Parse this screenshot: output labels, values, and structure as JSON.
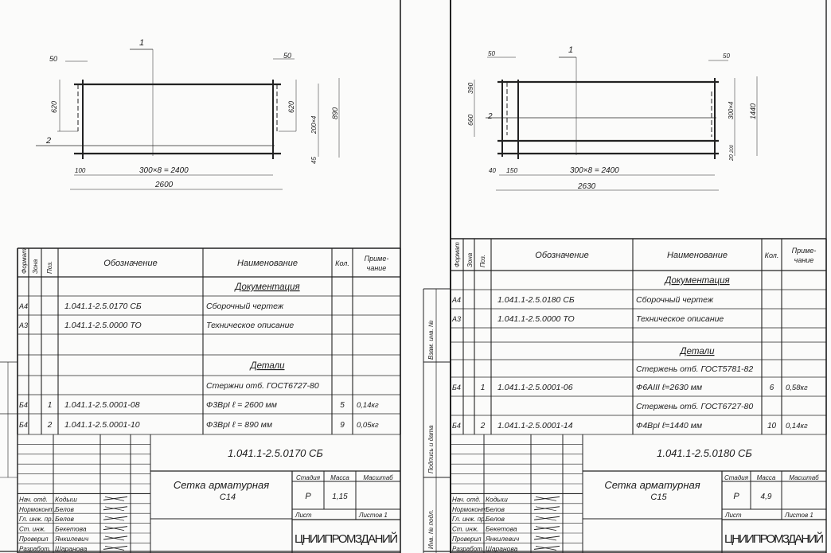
{
  "side_stamp": {
    "replace_inv": "Взам. инв. №",
    "sign_date": "Подпись и дата",
    "inv_orig": "Инв. № подл."
  },
  "sheets": [
    {
      "drawing": {
        "pos1": "1",
        "pos2": "2",
        "dims": {
          "top_left": "50",
          "top_right": "50",
          "left_hook": "620",
          "right_hook": "620",
          "pitch_v": "200×4",
          "overall_h": "890",
          "bottom_offset": "45",
          "left_offset": "100",
          "pitch_h": "300×8 = 2400",
          "overall_w": "2600"
        }
      },
      "spec": {
        "headers": {
          "format": "Формат",
          "zone": "Зона",
          "pos": "Поз.",
          "designation": "Обозначение",
          "name": "Наименование",
          "qty": "Кол.",
          "note1": "Приме-",
          "note2": "чание"
        },
        "rows": [
          {
            "name": "Документация",
            "heading": true
          },
          {
            "format": "А4",
            "designation": "1.041.1-2.5.0170 СБ",
            "name": "Сборочный чертеж"
          },
          {
            "format": "А3",
            "designation": "1.041.1-2.5.0000 ТО",
            "name": "Техническое описание"
          },
          {},
          {
            "name": "Детали",
            "heading": true
          },
          {
            "name": "Стержни отб. ГОСТ6727-80"
          },
          {
            "format": "Б4",
            "pos": "1",
            "designation": "1.041.1-2.5.0001-08",
            "name": "Ф3ВрI   ℓ = 2600 мм",
            "qty": "5",
            "note": "0,14кг"
          },
          {
            "format": "Б4",
            "pos": "2",
            "designation": "1.041.1-2.5.0001-10",
            "name": "Ф3ВрI   ℓ = 890 мм",
            "qty": "9",
            "note": "0,05кг"
          }
        ]
      },
      "title": {
        "designation": "1.041.1-2.5.0170 СБ",
        "name_line1": "Сетка арматурная",
        "name_line2": "С14",
        "stage_label": "Стадия",
        "mass_label": "Масса",
        "scale_label": "Масштаб",
        "stage": "Р",
        "mass": "1,15",
        "sheet_label": "Лист",
        "sheets_label": "Листов 1",
        "org": "ЦНИИПРОМЗДАНИЙ",
        "signatures": [
          {
            "role": "Нач. отд.",
            "name": "Кодыш"
          },
          {
            "role": "Нормоконт.",
            "name": "Белов"
          },
          {
            "role": "Гл. инж. пр.",
            "name": "Белов"
          },
          {
            "role": "Ст. инж.",
            "name": "Бекетова"
          },
          {
            "role": "Проверил",
            "name": "Янкилевич"
          },
          {
            "role": "Разработ.",
            "name": "Шаранова"
          }
        ]
      }
    },
    {
      "drawing": {
        "pos1": "1",
        "pos2": "2",
        "dims": {
          "top_left": "50",
          "top_right": "50",
          "upper_left": "390",
          "left_hook": "660",
          "pitch_v": "300×4",
          "overall_h": "1440",
          "inner_gap": "200",
          "bottom_offset": "20",
          "left_offset": "40",
          "second_offset": "150",
          "pitch_h": "300×8 = 2400",
          "overall_w": "2630"
        }
      },
      "spec": {
        "headers": {
          "format": "Формат",
          "zone": "Зона",
          "pos": "Поз.",
          "designation": "Обозначение",
          "name": "Наименование",
          "qty": "Кол.",
          "note1": "Приме-",
          "note2": "чание"
        },
        "rows": [
          {
            "name": "Документация",
            "heading": true
          },
          {
            "format": "А4",
            "designation": "1.041.1-2.5.0180 СБ",
            "name": "Сборочный чертеж"
          },
          {
            "format": "А3",
            "designation": "1.041.1-2.5.0000 ТО",
            "name": "Техническое описание"
          },
          {},
          {
            "name": "Детали",
            "heading": true
          },
          {
            "name": "Стержень отб. ГОСТ5781-82"
          },
          {
            "format": "Б4",
            "pos": "1",
            "designation": "1.041.1-2.5.0001-06",
            "name": "Ф6АIII   ℓ=2630 мм",
            "qty": "6",
            "note": "0,58кг"
          },
          {
            "name": "Стержень отб. ГОСТ6727-80"
          },
          {
            "format": "Б4",
            "pos": "2",
            "designation": "1.041.1-2.5.0001-14",
            "name": "Ф4ВрI   ℓ=1440 мм",
            "qty": "10",
            "note": "0,14кг"
          }
        ]
      },
      "title": {
        "designation": "1.041.1-2.5.0180 СБ",
        "name_line1": "Сетка арматурная",
        "name_line2": "С15",
        "stage_label": "Стадия",
        "mass_label": "Масса",
        "scale_label": "Масштаб",
        "stage": "Р",
        "mass": "4,9",
        "sheet_label": "Лист",
        "sheets_label": "Листов 1",
        "org": "ЦНИИПРОМЗДАНИЙ",
        "signatures": [
          {
            "role": "Нач. отд.",
            "name": "Кодыш"
          },
          {
            "role": "Нормоконт.",
            "name": "Белов"
          },
          {
            "role": "Гл. инж. пр.",
            "name": "Белов"
          },
          {
            "role": "Ст. инж.",
            "name": "Бекетова"
          },
          {
            "role": "Проверил",
            "name": "Янкилевич"
          },
          {
            "role": "Разработ.",
            "name": "Шаранова"
          }
        ]
      }
    }
  ]
}
